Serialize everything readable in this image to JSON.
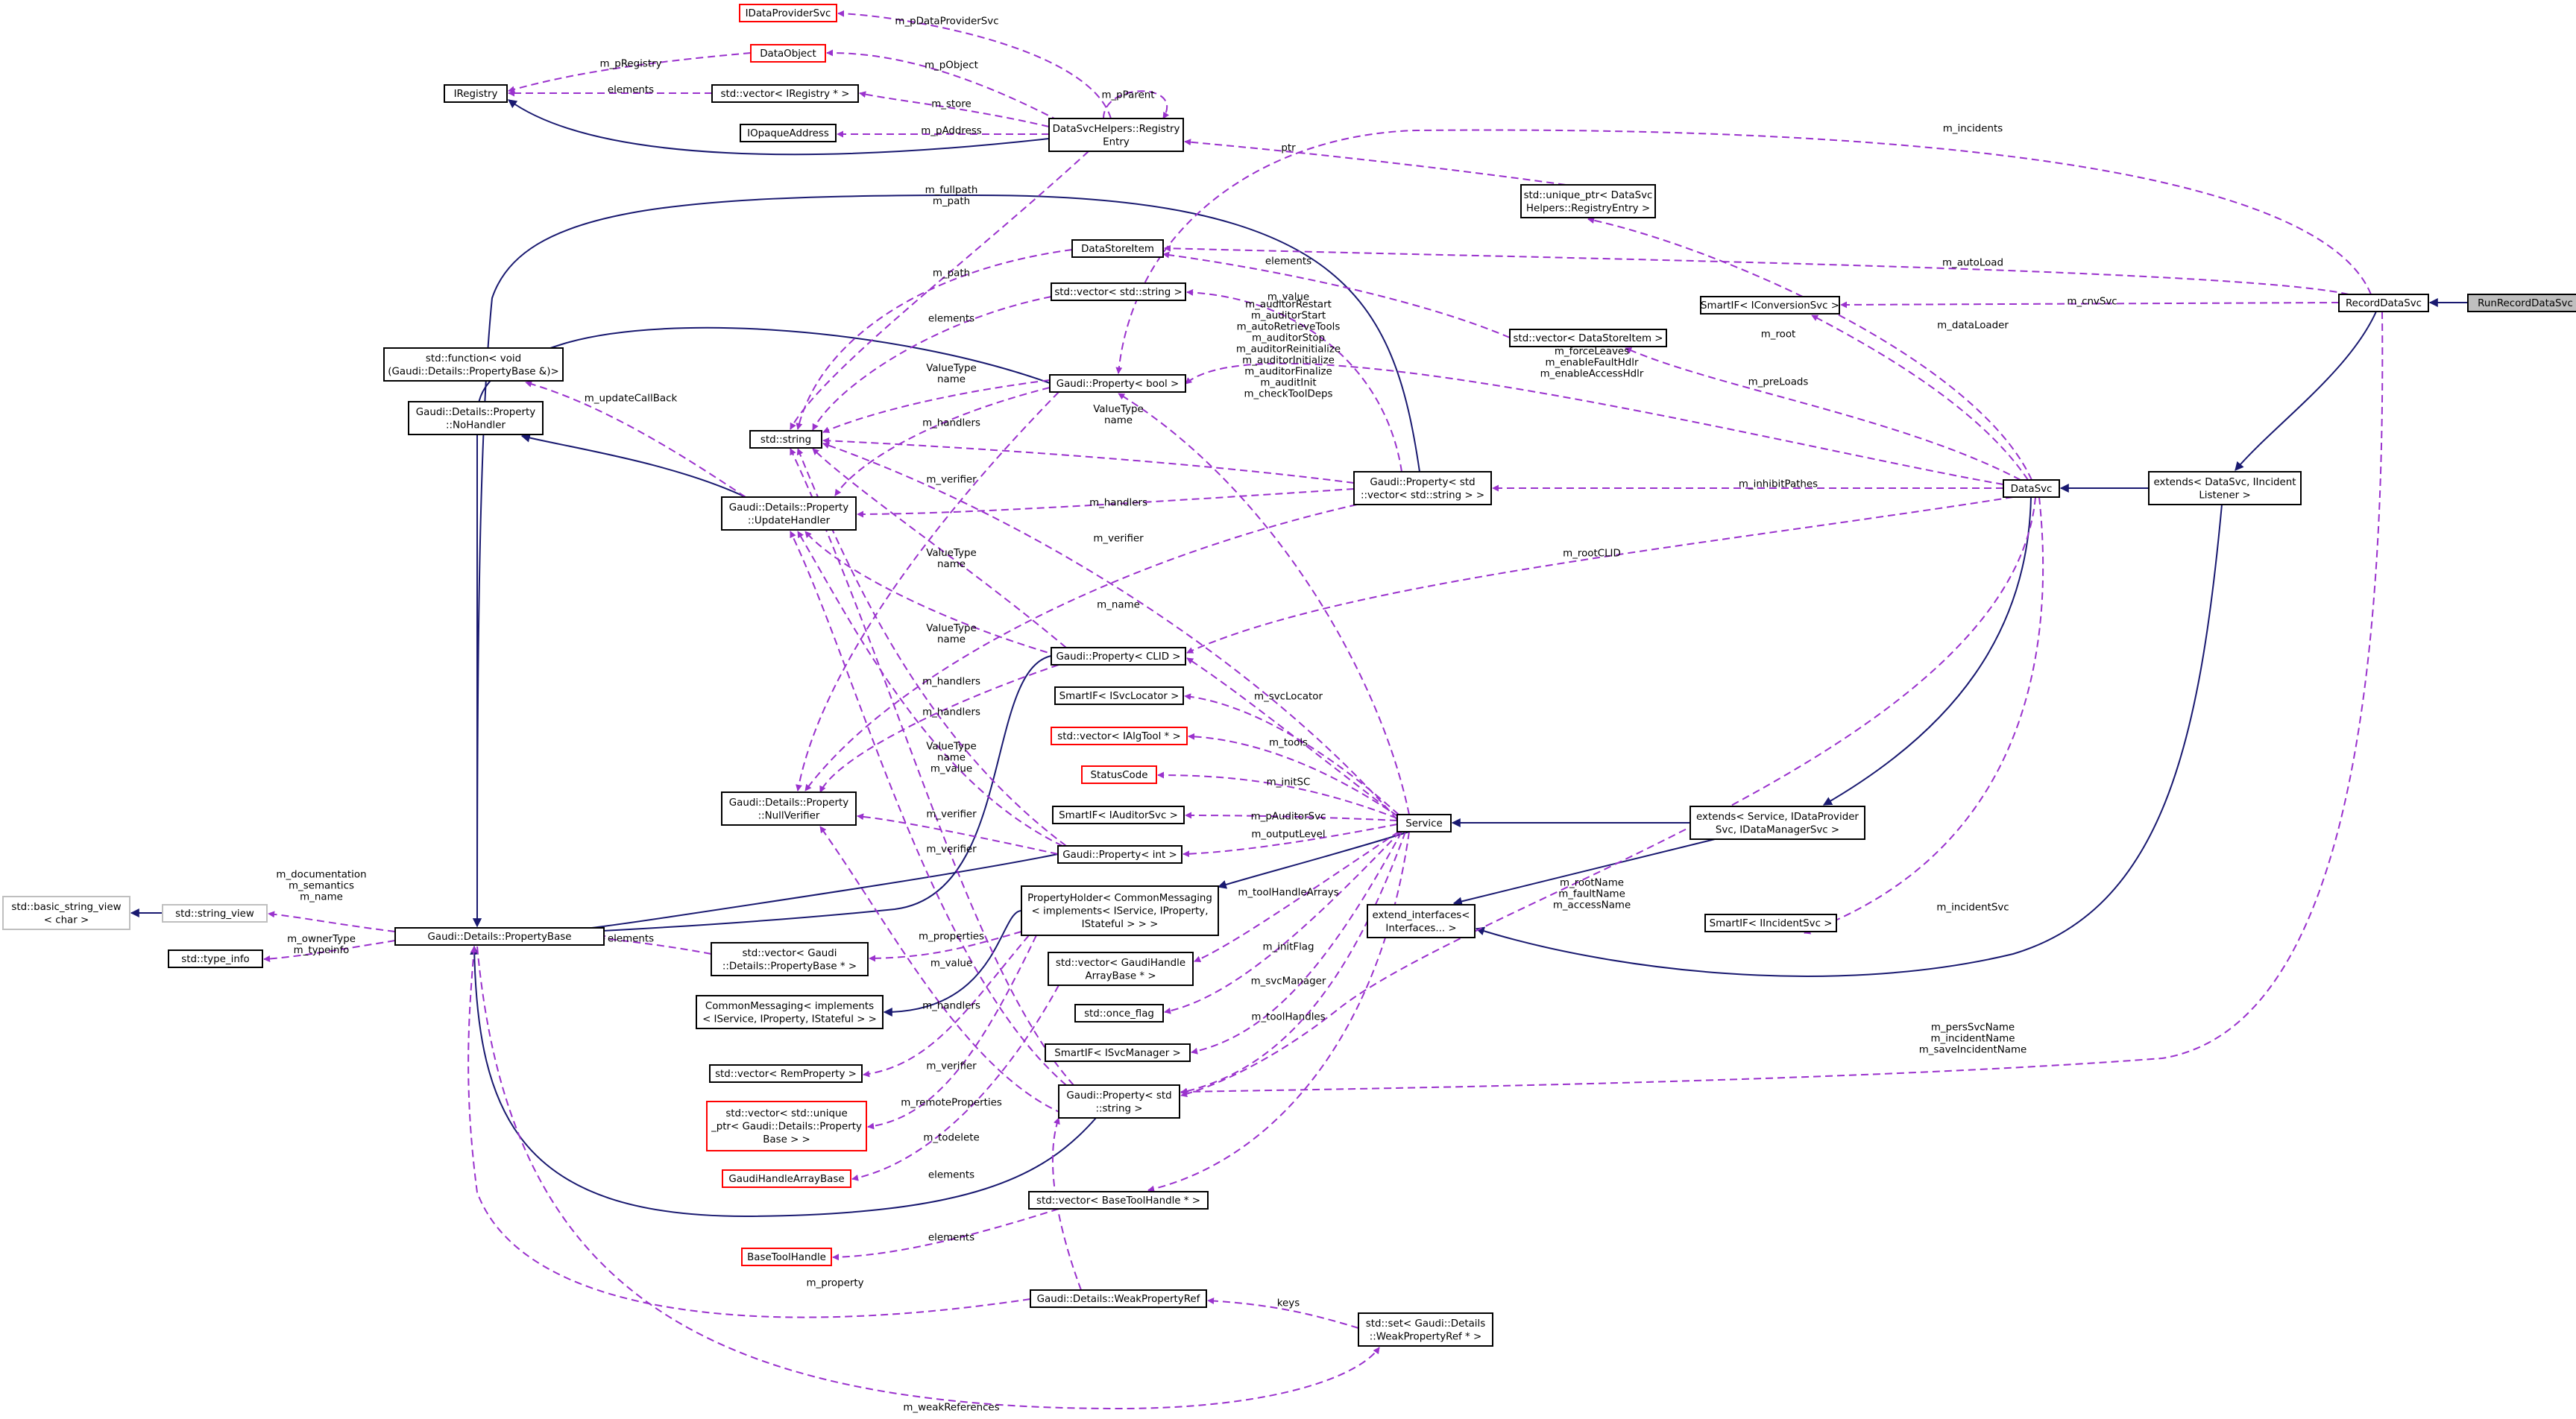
{
  "colors": {
    "usage_edge": "#9a32cd",
    "inherit_edge": "#191970",
    "missing_node_border": "#ff0000",
    "external_node_border": "#bfbfbf",
    "highlight_fill": "#bfbfbf"
  },
  "nodes": {
    "runrecorddatasvc": [
      "RunRecordDataSvc"
    ],
    "recorddatasvc": [
      "RecordDataSvc"
    ],
    "extends_datasvc_iincident": [
      "extends< DataSvc, IIncident",
      "Listener >"
    ],
    "datasvc": [
      "DataSvc"
    ],
    "extends_service_idataprovider": [
      "extends< Service, IDataProvider",
      "Svc, IDataManagerSvc >"
    ],
    "service": [
      "Service"
    ],
    "extend_interfaces": [
      "extend_interfaces<",
      "Interfaces... >"
    ],
    "smartif_iconversionsvc": [
      "SmartIF< IConversionSvc >"
    ],
    "smartif_iincidentsvc": [
      "SmartIF< IIncidentSvc >"
    ],
    "unique_ptr_registryentry": [
      "std::unique_ptr< DataSvc",
      "Helpers::RegistryEntry >"
    ],
    "registryentry": [
      "DataSvcHelpers::Registry",
      "Entry"
    ],
    "idataprovidersvc": [
      "IDataProviderSvc"
    ],
    "dataobject": [
      "DataObject"
    ],
    "vector_iregistry": [
      "std::vector< IRegistry * >"
    ],
    "iregistry": [
      "IRegistry"
    ],
    "iopaqueaddress": [
      "IOpaqueAddress"
    ],
    "datastoreitem": [
      "DataStoreItem"
    ],
    "vector_string": [
      "std::vector< std::string >"
    ],
    "vector_datastoreitem": [
      "std::vector< DataStoreItem >"
    ],
    "property_bool": [
      "Gaudi::Property< bool >"
    ],
    "property_vector_string": [
      "Gaudi::Property< std",
      "::vector< std::string > >"
    ],
    "std_string": [
      "std::string"
    ],
    "std_function": [
      "std::function< void",
      "(Gaudi::Details::PropertyBase &)>"
    ],
    "nohandler": [
      "Gaudi::Details::Property",
      "::NoHandler"
    ],
    "updatehandler": [
      "Gaudi::Details::Property",
      "::UpdateHandler"
    ],
    "property_clid": [
      "Gaudi::Property< CLID >"
    ],
    "smartif_isvclocator": [
      "SmartIF< ISvcLocator >"
    ],
    "vector_ialgtool": [
      "std::vector< IAlgTool * >"
    ],
    "statuscode": [
      "StatusCode"
    ],
    "smartif_iauditorsvc": [
      "SmartIF< IAuditorSvc >"
    ],
    "property_int": [
      "Gaudi::Property< int >"
    ],
    "nullverifier": [
      "Gaudi::Details::Property",
      "::NullVerifier"
    ],
    "propertyholder": [
      "PropertyHolder< CommonMessaging",
      "< implements< IService, IProperty,",
      "IStateful > > >"
    ],
    "commonmessaging": [
      "CommonMessaging< implements",
      "< IService, IProperty, IStateful > >"
    ],
    "vector_propertybase": [
      "std::vector< Gaudi",
      "::Details::PropertyBase * >"
    ],
    "propertybase": [
      "Gaudi::Details::PropertyBase"
    ],
    "basic_string_view": [
      "std::basic_string_view",
      "< char >"
    ],
    "string_view": [
      "std::string_view"
    ],
    "type_info": [
      "std::type_info"
    ],
    "vector_gaudihandlearraybase": [
      "std::vector< GaudiHandle",
      "ArrayBase * >"
    ],
    "once_flag": [
      "std::once_flag"
    ],
    "smartif_isvcmanager": [
      "SmartIF< ISvcManager >"
    ],
    "property_string": [
      "Gaudi::Property< std",
      "::string >"
    ],
    "vector_remproperty": [
      "std::vector< RemProperty >"
    ],
    "vector_unique_ptr_propertybase": [
      "std::vector< std::unique",
      "_ptr< Gaudi::Details::Property",
      "Base > >"
    ],
    "gaudihandlearraybase": [
      "GaudiHandleArrayBase"
    ],
    "vector_basetoolhandle": [
      "std::vector< BaseToolHandle * >"
    ],
    "basetoolhandle": [
      "BaseToolHandle"
    ],
    "weakpropertyref": [
      "Gaudi::Details::WeakPropertyRef"
    ],
    "set_weakpropertyref": [
      "std::set< Gaudi::Details",
      "::WeakPropertyRef * >"
    ]
  },
  "edge_labels": {
    "m_pDataProviderSvc": [
      "m_pDataProviderSvc"
    ],
    "m_pParent": [
      "m_pParent"
    ],
    "m_pObject": [
      "m_pObject"
    ],
    "m_store": [
      "m_store"
    ],
    "m_pRegistry": [
      "m_pRegistry"
    ],
    "elements_iregistry": [
      "elements"
    ],
    "m_pAddress": [
      "m_pAddress"
    ],
    "ptr": [
      "ptr"
    ],
    "m_incidents": [
      "m_incidents"
    ],
    "m_fullpath": [
      "m_fullpath",
      "m_path"
    ],
    "m_autoLoad": [
      "m_autoLoad"
    ],
    "elements_datastoreitem": [
      "elements"
    ],
    "m_path": [
      "m_path"
    ],
    "m_value_vs": [
      "m_value"
    ],
    "m_cnvSvc": [
      "m_cnvSvc"
    ],
    "m_dataLoader": [
      "m_dataLoader"
    ],
    "elements_string": [
      "elements"
    ],
    "m_root": [
      "m_root"
    ],
    "m_preLoads": [
      "m_preLoads"
    ],
    "auditor_flags": [
      "m_auditorRestart",
      "m_auditorStart",
      "m_autoRetrieveTools",
      "m_auditorStop",
      "m_auditorReinitialize",
      "m_auditorInitialize",
      "m_auditorFinalize",
      "m_auditInit",
      "m_checkToolDeps"
    ],
    "datasvc_bools": [
      "m_forceLeaves",
      "m_enableFaultHdlr",
      "m_enableAccessHdlr"
    ],
    "valuetype_bool": [
      "ValueType",
      "name"
    ],
    "valuetype_vs": [
      "ValueType",
      "name"
    ],
    "m_handlers_bool": [
      "m_handlers"
    ],
    "m_updateCallBack": [
      "m_updateCallBack"
    ],
    "m_verifier_bool": [
      "m_verifier"
    ],
    "m_handlers_vs": [
      "m_handlers"
    ],
    "m_inhibitPathes": [
      "m_inhibitPathes"
    ],
    "m_verifier_vs": [
      "m_verifier"
    ],
    "valuetype_clid": [
      "ValueType",
      "name"
    ],
    "m_rootCLID": [
      "m_rootCLID"
    ],
    "m_name": [
      "m_name"
    ],
    "valuetype_int": [
      "ValueType",
      "name"
    ],
    "m_handlers_clid": [
      "m_handlers"
    ],
    "m_svcLocator": [
      "m_svcLocator"
    ],
    "m_handlers_int": [
      "m_handlers"
    ],
    "m_tools": [
      "m_tools"
    ],
    "valuetype_string": [
      "ValueType",
      "name",
      "m_value"
    ],
    "m_initSC": [
      "m_initSC"
    ],
    "m_verifier_int": [
      "m_verifier"
    ],
    "m_pAuditorSvc": [
      "m_pAuditorSvc"
    ],
    "m_verifier_clid": [
      "m_verifier"
    ],
    "m_outputLevel": [
      "m_outputLevel"
    ],
    "m_documentation": [
      "m_documentation",
      "m_semantics",
      "m_name"
    ],
    "m_ownerType": [
      "m_ownerType",
      "m_typeinfo"
    ],
    "elements_propertybase": [
      "elements"
    ],
    "m_properties": [
      "m_properties"
    ],
    "m_toolHandleArrays": [
      "m_toolHandleArrays"
    ],
    "m_value_string": [
      "m_value"
    ],
    "m_initFlag": [
      "m_initFlag"
    ],
    "m_handlers_string": [
      "m_handlers"
    ],
    "m_svcManager": [
      "m_svcManager"
    ],
    "m_rootName": [
      "m_rootName",
      "m_faultName",
      "m_accessName"
    ],
    "m_incidentSvc": [
      "m_incidentSvc"
    ],
    "m_persSvcName": [
      "m_persSvcName",
      "m_incidentName",
      "m_saveIncidentName"
    ],
    "m_toolHandles": [
      "m_toolHandles"
    ],
    "m_verifier_string": [
      "m_verifier"
    ],
    "m_remoteProperties": [
      "m_remoteProperties"
    ],
    "m_todelete": [
      "m_todelete"
    ],
    "elements_gaudihandlearraybase": [
      "elements"
    ],
    "elements_basetoolhandle": [
      "elements"
    ],
    "m_property": [
      "m_property"
    ],
    "keys": [
      "keys"
    ],
    "m_weakReferences": [
      "m_weakReferences"
    ]
  }
}
